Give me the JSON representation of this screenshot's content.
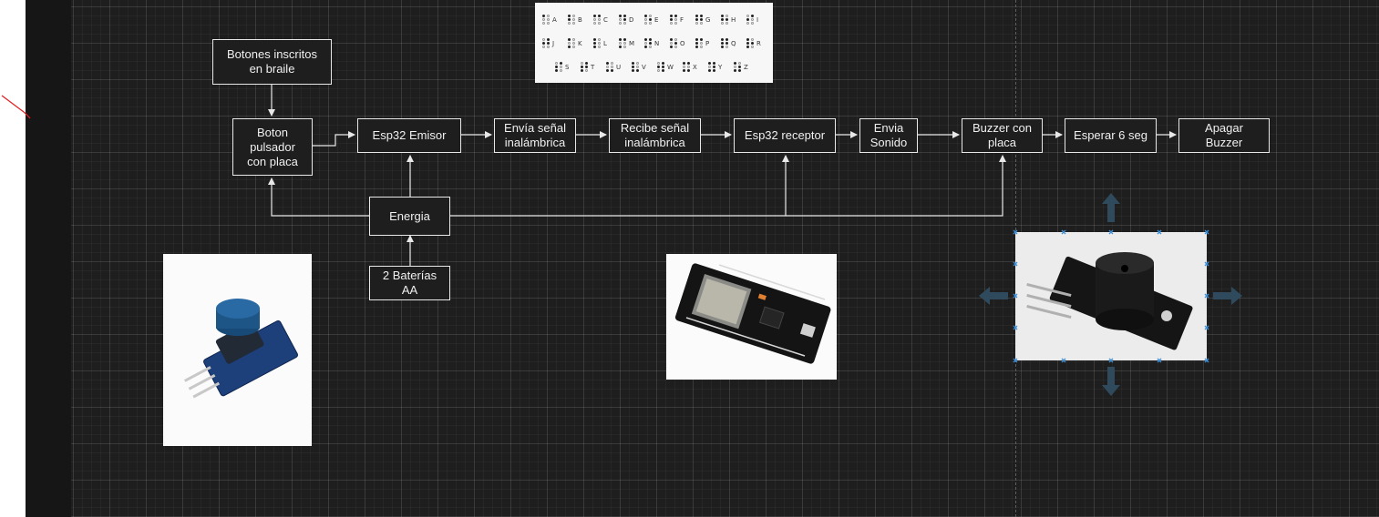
{
  "colors": {
    "canvas_bg": "#1e1e1e",
    "stroke": "#e8e8e8",
    "handle_arrow": "#2f4a5c",
    "selection_handle": "#3c8fd8",
    "annotation": "#e02020"
  },
  "nodes": {
    "botones_braille": "Botones inscritos\nen braile",
    "boton_pulsador": "Boton\npulsador\ncon placa",
    "esp32_emisor": "Esp32 Emisor",
    "envia_senal": "Envía señal\ninalámbrica",
    "recibe_senal": "Recibe señal\ninalámbrica",
    "esp32_receptor": "Esp32 receptor",
    "envia_sonido": "Envia\nSonido",
    "buzzer_placa": "Buzzer con\nplaca",
    "esperar": "Esperar 6 seg",
    "apagar": "Apagar\nBuzzer",
    "energia": "Energia",
    "baterias": "2 Baterías\nAA"
  },
  "braille_letters": [
    "A",
    "B",
    "C",
    "D",
    "E",
    "F",
    "G",
    "H",
    "I",
    "J",
    "K",
    "L",
    "M",
    "N",
    "O",
    "P",
    "Q",
    "R",
    "S",
    "T",
    "U",
    "V",
    "W",
    "X",
    "Y",
    "Z"
  ],
  "images": {
    "push_button": "push-button-module-photo",
    "esp32_board": "esp32-dev-board-photo",
    "buzzer_module": "buzzer-module-photo"
  }
}
